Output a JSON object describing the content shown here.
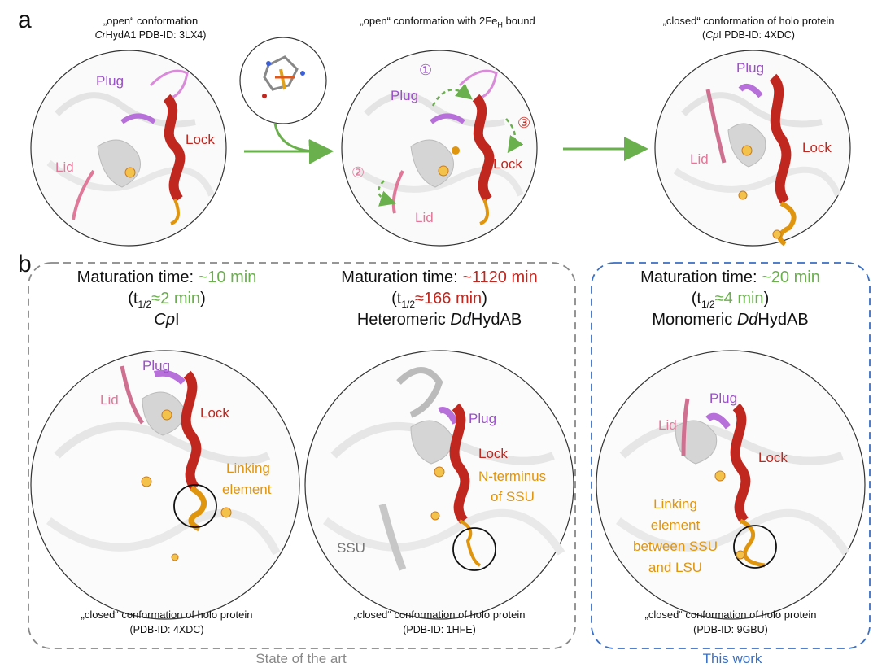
{
  "panel_a": {
    "letter": "a",
    "s1": {
      "cap1": "„open“ conformation",
      "cap2": "(CrHydA1 PDB-ID: 3LX4)"
    },
    "s2": {
      "cap1": "„open“ conformation with 2Fe",
      "cap1_sub": "H",
      "cap1_tail": " bound"
    },
    "s3": {
      "cap1": "„closed“ conformation of holo protein",
      "cap2": "(CpI PDB-ID: 4XDC)"
    },
    "labels": {
      "plug": "Plug",
      "lock": "Lock",
      "lid": "Lid"
    },
    "steps": [
      "①",
      "②",
      "③"
    ]
  },
  "panel_b": {
    "letter": "b",
    "cols": [
      {
        "maturation_label": "Maturation time:",
        "maturation_value": "~10 min",
        "half_life": "≈2 min",
        "name": "CpI",
        "bottom1": "„closed“ conformation of holo protein",
        "bottom2": "(PDB-ID: 4XDC)",
        "extra_label1": "Linking",
        "extra_label2": "element"
      },
      {
        "maturation_label": "Maturation time:",
        "maturation_value": "~1120 min",
        "half_life": "≈166 min",
        "name": "Heteromeric DdHydAB",
        "bottom1": "„closed“ conformation of holo protein",
        "bottom2": "(PDB-ID: 1HFE)",
        "extra_label1": "N-terminus",
        "extra_label2": "of SSU",
        "ssu": "SSU"
      },
      {
        "maturation_label": "Maturation time:",
        "maturation_value": "~20 min",
        "half_life": "≈4 min",
        "name": "Monomeric DdHydAB",
        "bottom1": "„closed“ conformation of holo protein",
        "bottom2": "(PDB-ID: 9GBU)",
        "extra_label1": "Linking",
        "extra_label2": "element",
        "extra_label3": "between SSU",
        "extra_label4": "and LSU"
      }
    ],
    "t_prefix": "(t",
    "t_sub": "1/2",
    "footer_left": "State of the art",
    "footer_right": "This work"
  },
  "colors": {
    "plug": "#9b4fc9",
    "lock": "#c0271f",
    "lid": "#e0789a",
    "orange": "#e0950e",
    "green_arrow": "#6ab04c",
    "blue_box": "#3a6fc4",
    "gray_box": "#888888"
  }
}
